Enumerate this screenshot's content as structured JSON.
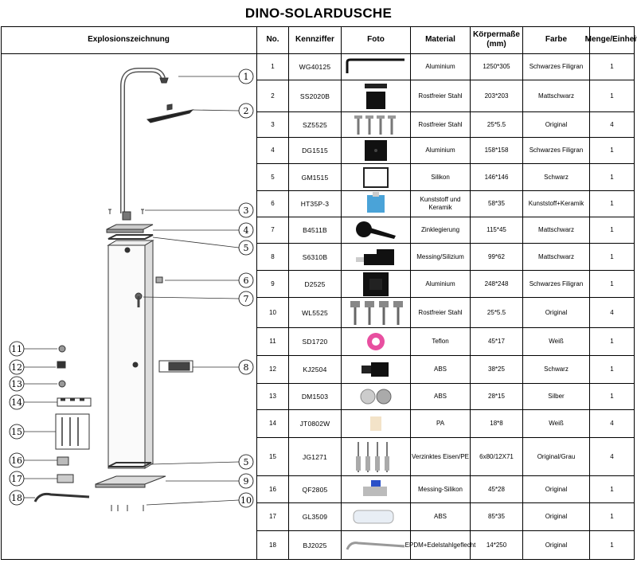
{
  "title": "DINO-SOLARDUSCHE",
  "headers": {
    "explosion": "Explosionszeichnung",
    "no": "No.",
    "code": "Kennziffer",
    "photo": "Foto",
    "material": "Material",
    "dimensions": "Körpermaße (mm)",
    "color": "Farbe",
    "quantity": "Menge/Einheit"
  },
  "rows": [
    {
      "no": "1",
      "code": "WG40125",
      "material": "Aluminium",
      "dim": "1250*305",
      "color": "Schwarzes Filigran",
      "qty": "1",
      "photo_icon": "shower-arm-icon"
    },
    {
      "no": "2",
      "code": "SS2020B",
      "material": "Rostfreier Stahl",
      "dim": "203*203",
      "color": "Mattschwarz",
      "qty": "1",
      "photo_icon": "shower-head-icon"
    },
    {
      "no": "3",
      "code": "SZ5525",
      "material": "Rostfreier Stahl",
      "dim": "25*5.5",
      "color": "Original",
      "qty": "4",
      "photo_icon": "screws-icon"
    },
    {
      "no": "4",
      "code": "DG1515",
      "material": "Aluminium",
      "dim": "158*158",
      "color": "Schwarzes Filigran",
      "qty": "1",
      "photo_icon": "top-cap-icon"
    },
    {
      "no": "5",
      "code": "GM1515",
      "material": "Silikon",
      "dim": "146*146",
      "color": "Schwarz",
      "qty": "1",
      "photo_icon": "gasket-icon"
    },
    {
      "no": "6",
      "code": "HT35P-3",
      "material": "Kunststoff und Keramik",
      "dim": "58*35",
      "color": "Kunststoff+Keramik",
      "qty": "1",
      "photo_icon": "cartridge-icon"
    },
    {
      "no": "7",
      "code": "B4511B",
      "material": "Zinklegierung",
      "dim": "115*45",
      "color": "Mattschwarz",
      "qty": "1",
      "photo_icon": "handle-icon"
    },
    {
      "no": "8",
      "code": "S6310B",
      "material": "Messing/Silizium",
      "dim": "99*62",
      "color": "Mattschwarz",
      "qty": "1",
      "photo_icon": "foot-shower-icon"
    },
    {
      "no": "9",
      "code": "D2525",
      "material": "Aluminium",
      "dim": "248*248",
      "color": "Schwarzes Filigran",
      "qty": "1",
      "photo_icon": "base-plate-icon"
    },
    {
      "no": "10",
      "code": "WL5525",
      "material": "Rostfreier Stahl",
      "dim": "25*5.5",
      "color": "Original",
      "qty": "4",
      "photo_icon": "bolts-icon"
    },
    {
      "no": "11",
      "code": "SD1720",
      "material": "Teflon",
      "dim": "45*17",
      "color": "Weiß",
      "qty": "1",
      "photo_icon": "teflon-tape-icon"
    },
    {
      "no": "12",
      "code": "KJ2504",
      "material": "ABS",
      "dim": "38*25",
      "color": "Schwarz",
      "qty": "1",
      "photo_icon": "hose-connector-icon"
    },
    {
      "no": "13",
      "code": "DM1503",
      "material": "ABS",
      "dim": "28*15",
      "color": "Silber",
      "qty": "1",
      "photo_icon": "adapter-icon"
    },
    {
      "no": "14",
      "code": "JT0802W",
      "material": "PA",
      "dim": "18*8",
      "color": "Weiß",
      "qty": "4",
      "photo_icon": "cap-icon"
    },
    {
      "no": "15",
      "code": "JG1271",
      "material": "Verzinktes Eisen/PE",
      "dim": "6x80/12X71",
      "color": "Original/Grau",
      "qty": "4",
      "photo_icon": "anchors-icon"
    },
    {
      "no": "16",
      "code": "QF2805",
      "material": "Messing-Silikon",
      "dim": "45*28",
      "color": "Original",
      "qty": "1",
      "photo_icon": "valve-icon"
    },
    {
      "no": "17",
      "code": "GL3509",
      "material": "ABS",
      "dim": "85*35",
      "color": "Original",
      "qty": "1",
      "photo_icon": "filter-icon"
    },
    {
      "no": "18",
      "code": "BJ2025",
      "material": "EPDM+Edelstahlgeflecht",
      "dim": "14*250",
      "color": "Original",
      "qty": "1",
      "photo_icon": "hose-icon"
    }
  ],
  "callouts": {
    "right": [
      "1",
      "2",
      "3",
      "4",
      "5",
      "6",
      "7",
      "8",
      "5",
      "9",
      "10"
    ],
    "left": [
      "11",
      "12",
      "13",
      "14",
      "15",
      "16",
      "17",
      "18"
    ]
  }
}
